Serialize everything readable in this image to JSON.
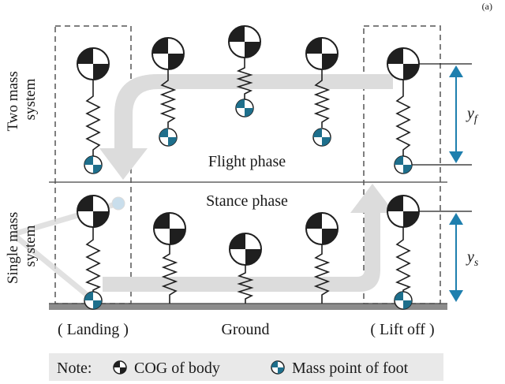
{
  "labels": {
    "two_mass_line1": "Two mass",
    "two_mass_line2": "system",
    "single_mass_line1": "Single mass",
    "single_mass_line2": "system",
    "flight_phase": "Flight phase",
    "stance_phase": "Stance phase",
    "landing": "( Landing )",
    "ground": "Ground",
    "lift_off": "( Lift off )",
    "yf_symbol": "y",
    "yf_sub": "f",
    "ys_symbol": "y",
    "ys_sub": "s",
    "page_corner": "(a)"
  },
  "note": {
    "prefix": "Note:",
    "cog": "COG of body",
    "foot": "Mass point of foot"
  },
  "colors": {
    "marker_dark": "#1f1f1f",
    "foot_blue": "#1e6f8c",
    "arrow_blue": "#1e7fae",
    "flow_arrow": "#dcdcdc",
    "ground": "#8c8c8c",
    "dashed": "#555555"
  },
  "icons": [
    "cog-marker-icon",
    "foot-marker-icon",
    "spring-icon",
    "flow-arrow-icon",
    "leg-bar-icon"
  ]
}
